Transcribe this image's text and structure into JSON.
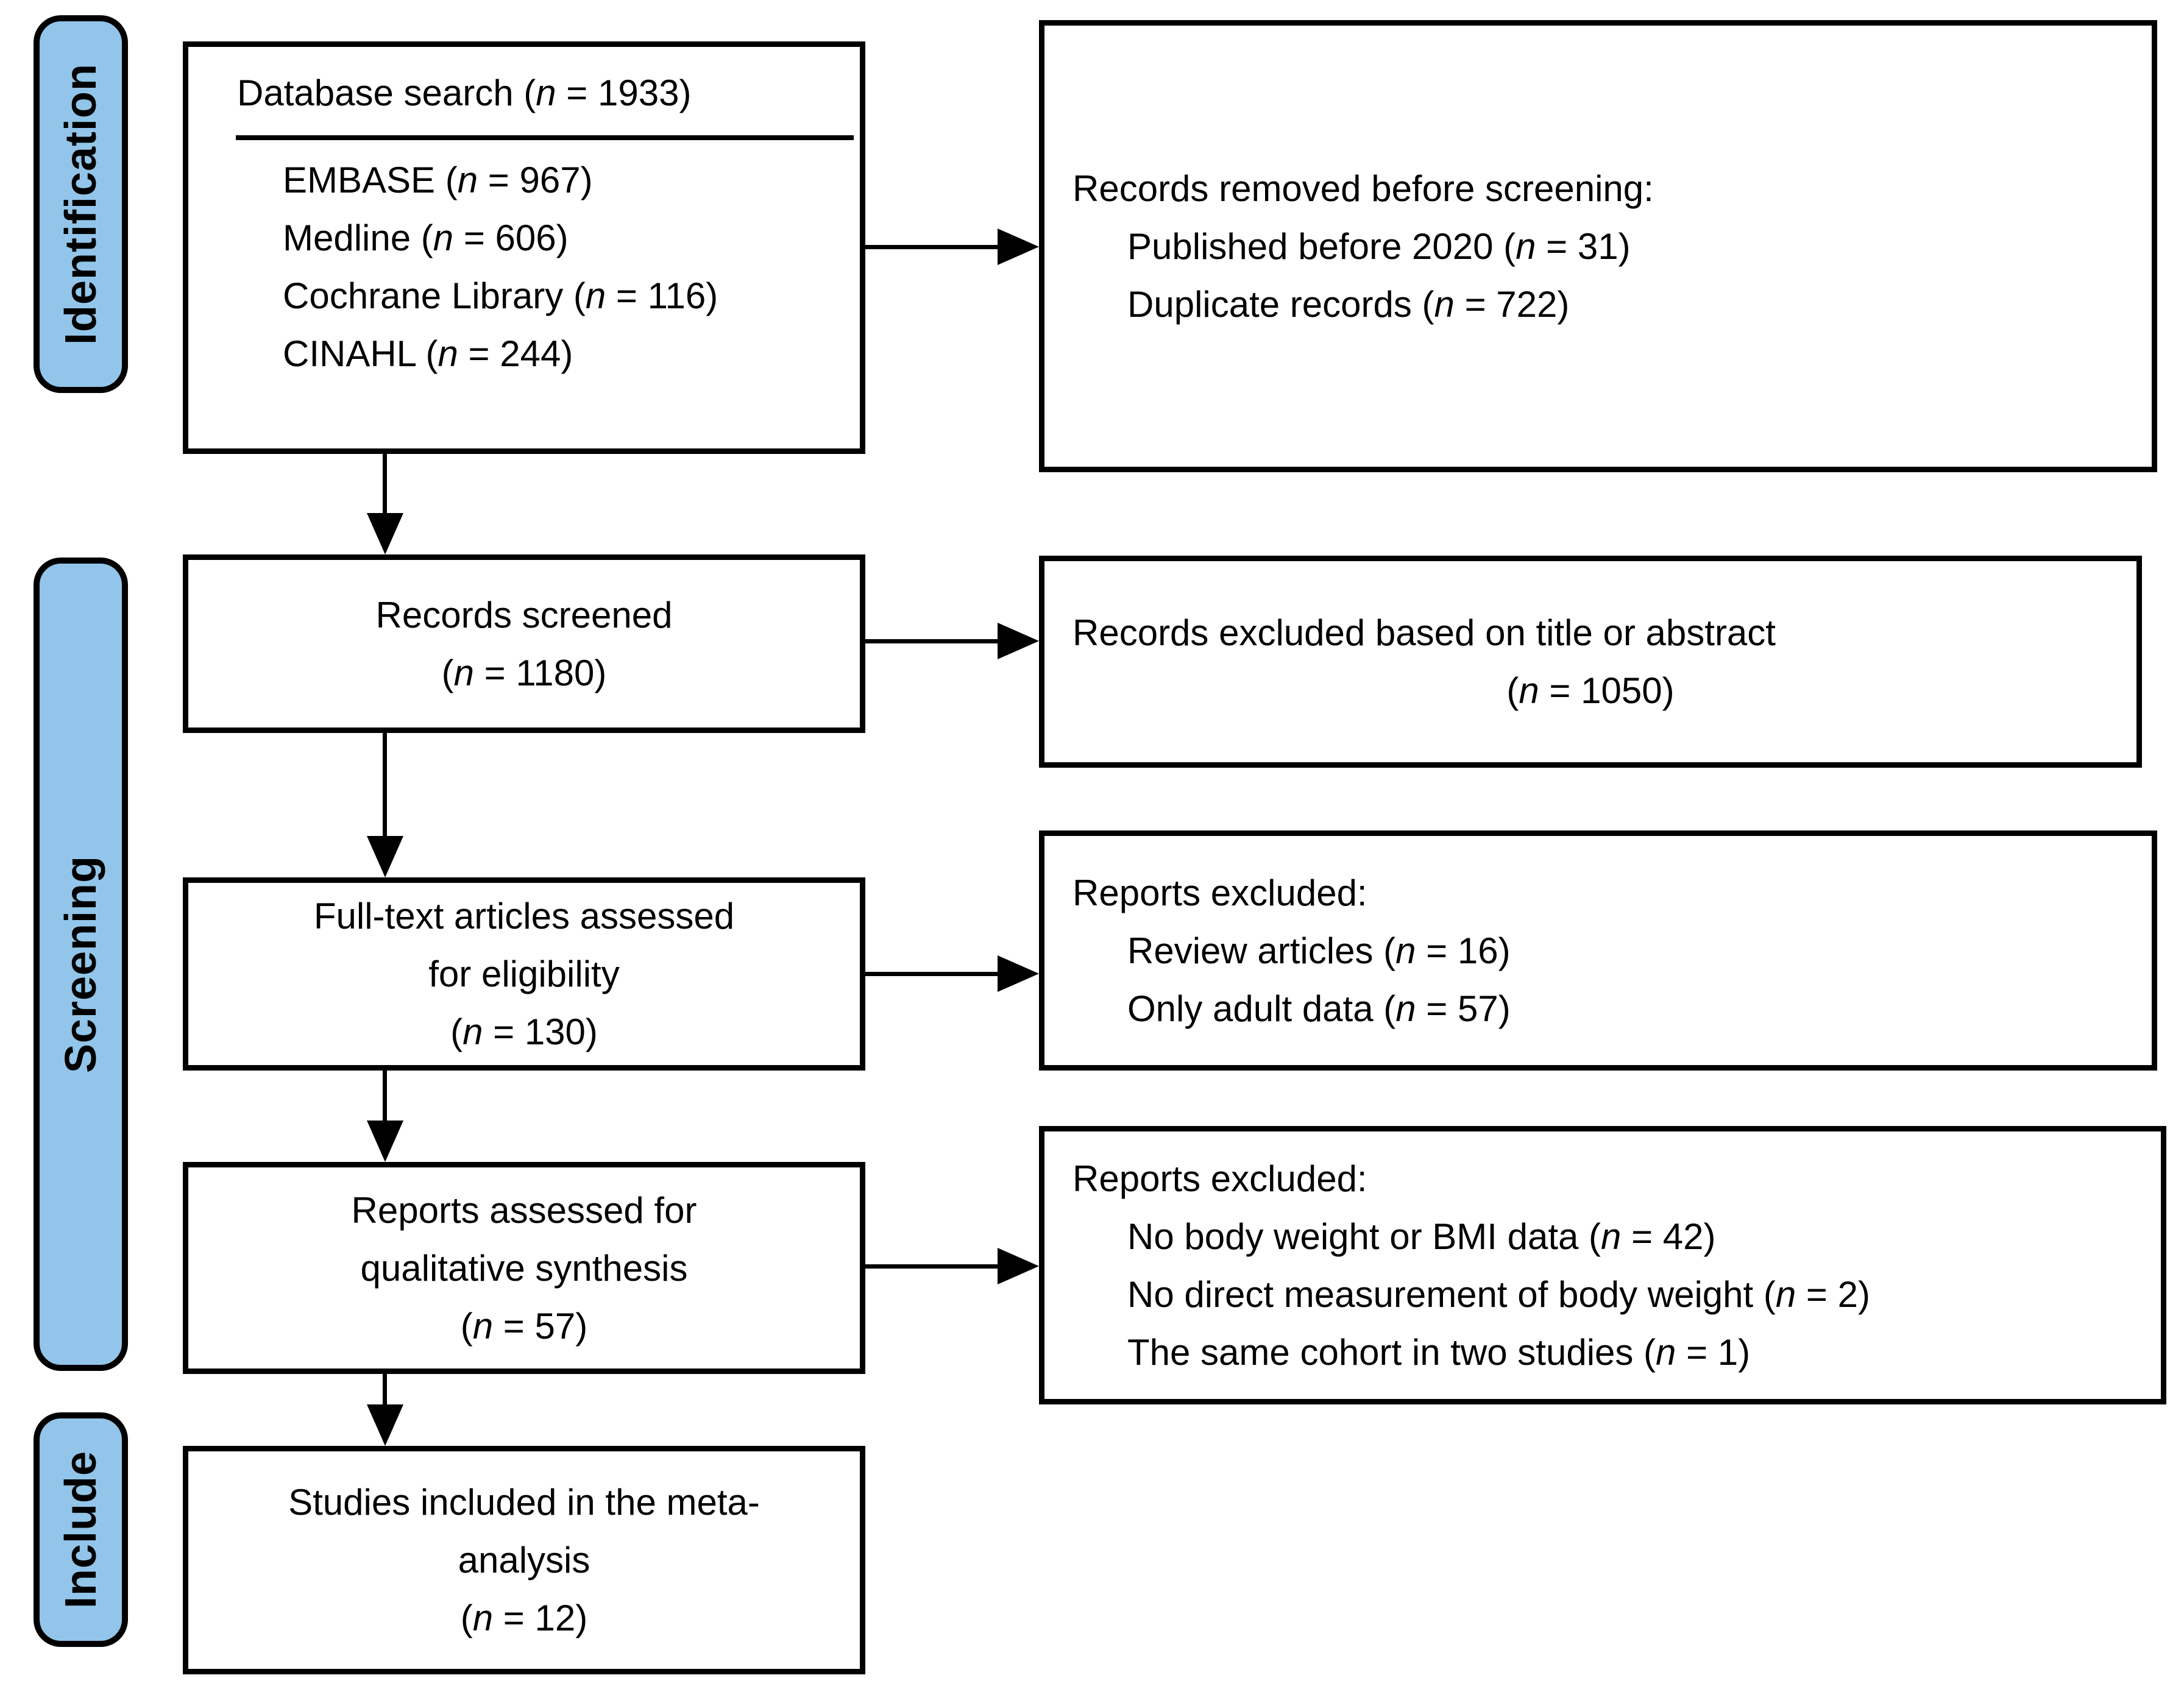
{
  "colors": {
    "stage_fill": "#92C5E9",
    "line": "#000000",
    "page_bg": "#FFFFFF"
  },
  "stages": {
    "identification": "Identification",
    "screening": "Screening",
    "include": "Include"
  },
  "boxes": {
    "database_search": {
      "heading": "Database search (n = 1933)",
      "items": [
        "EMBASE (n = 967)",
        "Medline (n = 606)",
        "Cochrane Library (n = 116)",
        "CINAHL (n = 244)"
      ]
    },
    "records_removed": {
      "heading": "Records removed before screening:",
      "items": [
        "Published before 2020 (n = 31)",
        "Duplicate records (n = 722)"
      ]
    },
    "records_screened": {
      "line1": "Records screened",
      "line2": "(n = 1180)"
    },
    "records_excluded": {
      "line1": "Records excluded based on title or abstract",
      "line2": "(n = 1050)"
    },
    "full_text": {
      "line1": "Full-text articles assessed",
      "line2": "for eligibility",
      "line3": "(n = 130)"
    },
    "reports_excluded_fulltext": {
      "heading": "Reports excluded:",
      "items": [
        "Review articles (n = 16)",
        "Only adult data (n = 57)"
      ]
    },
    "reports_assessed": {
      "line1": "Reports assessed for",
      "line2": "qualitative synthesis",
      "line3": "(n = 57)"
    },
    "reports_excluded_synthesis": {
      "heading": "Reports excluded:",
      "items": [
        "No body weight or BMI data (n = 42)",
        "No direct measurement of body weight (n = 2)",
        "The same cohort in two studies (n = 1)"
      ]
    },
    "studies_included": {
      "line1": "Studies included in the meta-",
      "line2": "analysis",
      "line3": "(n = 12)"
    }
  }
}
